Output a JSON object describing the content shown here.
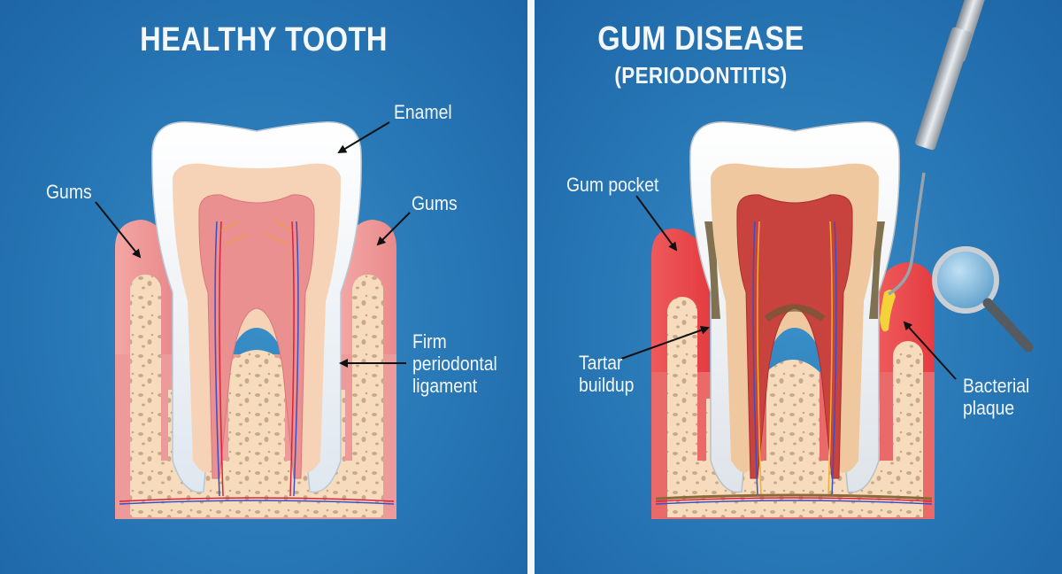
{
  "panels": {
    "left": {
      "title": "HEALTHY TOOTH",
      "labels": {
        "enamel": "Enamel",
        "gums_left": "Gums",
        "gums_right": "Gums",
        "ligament_line1": "Firm",
        "ligament_line2": "periodontal",
        "ligament_line3": "ligament"
      }
    },
    "right": {
      "title": "GUM DISEASE",
      "subtitle": "(PERIODONTITIS)",
      "labels": {
        "gum_pocket": "Gum pocket",
        "tartar_line1": "Tartar",
        "tartar_line2": "buildup",
        "plaque_line1": "Bacterial",
        "plaque_line2": "plaque"
      },
      "icons": [
        "dental-probe-icon",
        "magnifying-glass-icon"
      ]
    }
  },
  "colors": {
    "background": "#2a7ab8",
    "enamel": "#f2f5f8",
    "dentin": "#f6d3b6",
    "pulp_healthy": "#e88c8c",
    "pulp_diseased": "#c8423e",
    "gum_healthy": "#f0a0a0",
    "gum_inflamed": "#e8464a",
    "bone": "#f6dcbc",
    "tartar": "#6b5a34",
    "plaque": "#f2d33a",
    "divider": "#f4f7fa"
  }
}
